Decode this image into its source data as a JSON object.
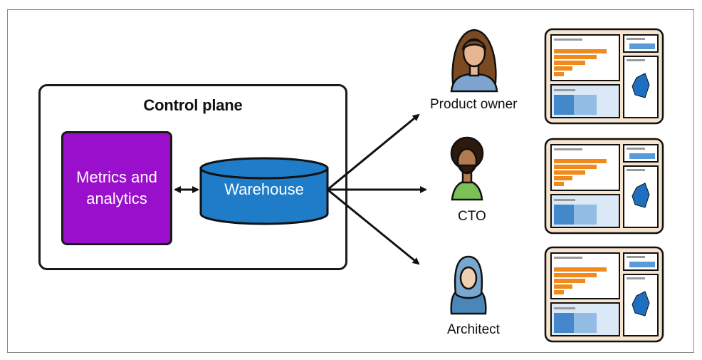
{
  "control_plane": {
    "title": "Control plane"
  },
  "metrics": {
    "label": "Metrics and analytics"
  },
  "warehouse": {
    "label": "Warehouse"
  },
  "stakeholders": [
    {
      "label": "Product owner"
    },
    {
      "label": "CTO"
    },
    {
      "label": "Architect"
    }
  ],
  "colors": {
    "metrics_fill": "#9a0fcb",
    "warehouse_fill": "#1e7cc8",
    "dashboard_bg": "#f6e4cf",
    "bar_color": "#f08a1c",
    "heat_color": "#1e6fc0",
    "map_color": "#1e6fc0"
  },
  "icons": [
    "person-product-owner-icon",
    "person-cto-icon",
    "person-architect-icon",
    "dashboard-icon"
  ]
}
